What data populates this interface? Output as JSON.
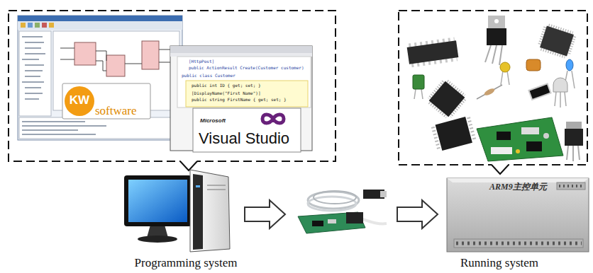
{
  "diagram": {
    "nodes": [
      {
        "text": [
          "KW",
          "software",
          "Microsoft",
          "Visual Studio"
        ]
      },
      {
        "text": [
          "Programming system"
        ]
      },
      {
        "text": [
          "ARM9主控单元",
          "Running system"
        ]
      }
    ],
    "labels": [
      "[HttpPost]",
      "public ActionResult Create(Customer customer)",
      "public class Customer",
      "public int ID { get; set; }",
      "[DisplayName(\"First Name\")]",
      "public string FirstName { get; set; }"
    ]
  }
}
